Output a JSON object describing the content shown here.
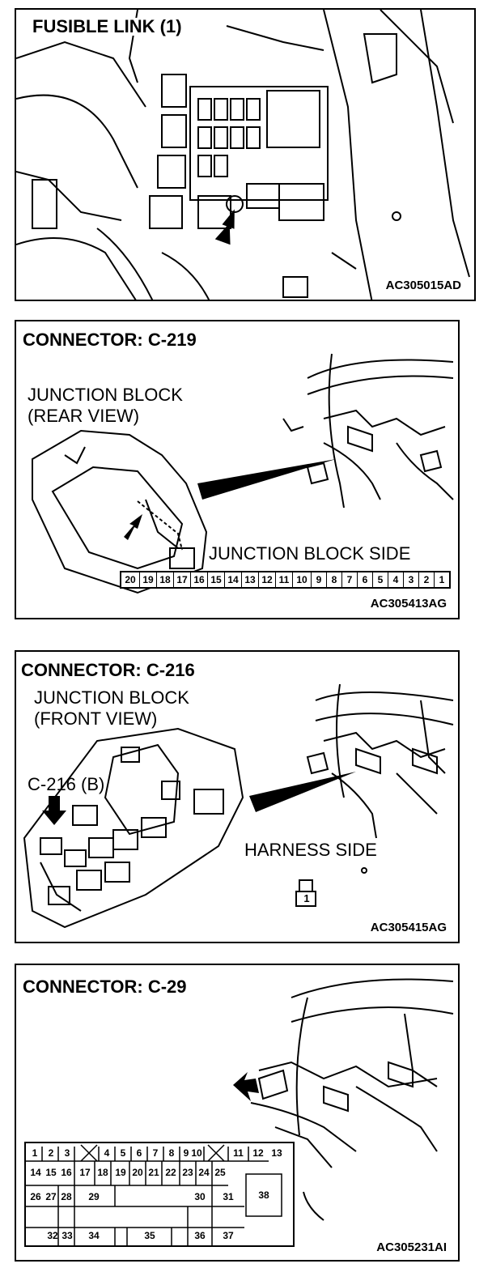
{
  "panels": [
    {
      "title": "FUSIBLE LINK (1)",
      "code": "AC305015AD"
    },
    {
      "title": "CONNECTOR: C-219",
      "view": "JUNCTION BLOCK\n(REAR VIEW)",
      "view_line1": "JUNCTION BLOCK",
      "view_line2": "(REAR VIEW)",
      "side": "JUNCTION BLOCK SIDE",
      "code": "AC305413AG",
      "pins": [
        "20",
        "19",
        "18",
        "17",
        "16",
        "15",
        "14",
        "13",
        "12",
        "11",
        "10",
        "9",
        "8",
        "7",
        "6",
        "5",
        "4",
        "3",
        "2",
        "1"
      ]
    },
    {
      "title": "CONNECTOR: C-216",
      "view_line1": "JUNCTION BLOCK",
      "view_line2": "(FRONT VIEW)",
      "callout": "C-216 (B)",
      "side": "HARNESS SIDE",
      "pin": "1",
      "code": "AC305415AG"
    },
    {
      "title": "CONNECTOR: C-29",
      "code": "AC305231AI",
      "pins_row1": [
        "1",
        "2",
        "3",
        "4",
        "5",
        "6",
        "7",
        "8",
        "9",
        "10",
        "11",
        "12",
        "13"
      ],
      "pins_row2": [
        "14",
        "15",
        "16",
        "17",
        "18",
        "19",
        "20",
        "21",
        "22",
        "23",
        "24",
        "25"
      ],
      "pins_row3": [
        "26",
        "27",
        "28",
        "29",
        "30",
        "31"
      ],
      "pins_row4": [
        "32",
        "33",
        "34",
        "35",
        "36",
        "37"
      ],
      "pin_big": "38"
    }
  ]
}
